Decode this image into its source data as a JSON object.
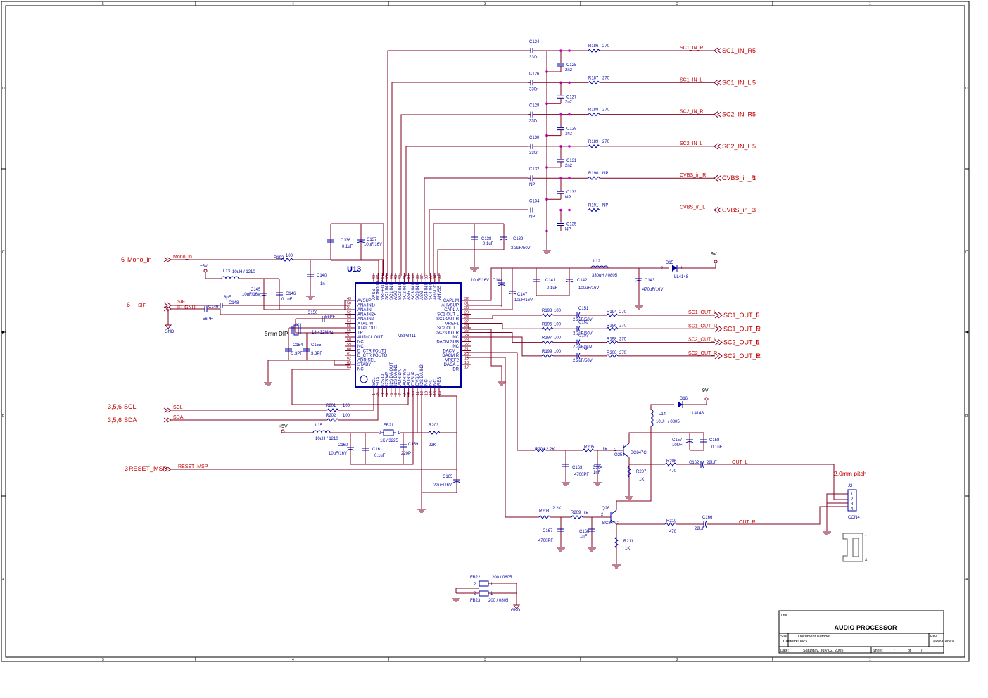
{
  "sheet": {
    "title_label": "Title",
    "title": "AUDIO PROCESSOR",
    "size_label": "Size",
    "size": "Custom",
    "docnum_label": "Document Number",
    "docnum": "<Doc>",
    "rev_label": "Rev",
    "rev": "<RevCode>",
    "date_label": "Date:",
    "date": "Saturday, July 02, 2005",
    "sheet_label": "Sheet",
    "sheet_num": "7",
    "of_label": "of",
    "sheet_total": "7"
  },
  "border": {
    "cols": [
      "5",
      "4",
      "3",
      "2",
      "1"
    ],
    "rows": [
      "D",
      "C",
      "B",
      "A"
    ]
  },
  "ic": {
    "ref": "U13",
    "part": "MSP3411",
    "left_pins": [
      {
        "num": "49",
        "name": "AVSUP"
      },
      {
        "num": "50",
        "name": "ANA IN1+"
      },
      {
        "num": "51",
        "name": "ANA IN-"
      },
      {
        "num": "52",
        "name": "ANA IN2+"
      },
      {
        "num": "53",
        "name": "ANA IN2-"
      },
      {
        "num": "54",
        "name": "XTAL IN"
      },
      {
        "num": "55",
        "name": "XTAL OUT"
      },
      {
        "num": "56",
        "name": "TP"
      },
      {
        "num": "57",
        "name": "AUD CL OUT"
      },
      {
        "num": "58",
        "name": "NC"
      },
      {
        "num": "59",
        "name": "NC"
      },
      {
        "num": "60",
        "name": "D_CTR I/OUT1"
      },
      {
        "num": "61",
        "name": "D_CTR I/OUTO"
      },
      {
        "num": "62",
        "name": "ADR SEL"
      },
      {
        "num": "63",
        "name": "STABY"
      },
      {
        "num": "64",
        "name": "NC"
      }
    ],
    "right_pins": [
      {
        "num": "32",
        "name": "CAPL M"
      },
      {
        "num": "31",
        "name": "AHVSUP"
      },
      {
        "num": "30",
        "name": "CAPL A"
      },
      {
        "num": "29",
        "name": "SC1 OUT L"
      },
      {
        "num": "28",
        "name": "SC1 OUT R"
      },
      {
        "num": "27",
        "name": "VREF1"
      },
      {
        "num": "26",
        "name": "SC2 OUT L"
      },
      {
        "num": "25",
        "name": "SC2 OUT R"
      },
      {
        "num": "24",
        "name": "NC"
      },
      {
        "num": "23",
        "name": "DACM SUB"
      },
      {
        "num": "22",
        "name": "NC"
      },
      {
        "num": "21",
        "name": "DACM L"
      },
      {
        "num": "20",
        "name": "DACM R"
      },
      {
        "num": "19",
        "name": "VREF2"
      },
      {
        "num": "18",
        "name": "DACA L"
      },
      {
        "num": "17",
        "name": "DR"
      }
    ],
    "top_pins": [
      {
        "num": "48",
        "name": "AVSS"
      },
      {
        "num": "47",
        "name": "MONO IN"
      },
      {
        "num": "46",
        "name": "VREFTOP"
      },
      {
        "num": "45",
        "name": "SC1 IN R"
      },
      {
        "num": "44",
        "name": "SC1 IN L"
      },
      {
        "num": "43",
        "name": "ASG"
      },
      {
        "num": "42",
        "name": "SC2 IN R"
      },
      {
        "num": "41",
        "name": "SC2 IN L"
      },
      {
        "num": "40",
        "name": "ASG"
      },
      {
        "num": "39",
        "name": "SC3 IN R"
      },
      {
        "num": "38",
        "name": "SC3 IN L"
      },
      {
        "num": "37",
        "name": "ASG"
      },
      {
        "num": "36",
        "name": "SC4 IN R"
      },
      {
        "num": "35",
        "name": "SC4 IN L"
      },
      {
        "num": "34",
        "name": "AGNDC"
      },
      {
        "num": "33",
        "name": "AHVSS"
      }
    ],
    "bottom_pins": [
      {
        "num": "1",
        "name": "SCL"
      },
      {
        "num": "2",
        "name": "SDA"
      },
      {
        "num": "3",
        "name": "I2S CL"
      },
      {
        "num": "4",
        "name": "I2S WS"
      },
      {
        "num": "5",
        "name": "I2S DA OUT"
      },
      {
        "num": "6",
        "name": "I2S DA IN1"
      },
      {
        "num": "7",
        "name": "ADR DA"
      },
      {
        "num": "8",
        "name": "ADR WS"
      },
      {
        "num": "9",
        "name": "ADR CL"
      },
      {
        "num": "10",
        "name": "DVSUP"
      },
      {
        "num": "11",
        "name": "DVSS"
      },
      {
        "num": "12",
        "name": "I2S DA IN2"
      },
      {
        "num": "13",
        "name": "NC"
      },
      {
        "num": "14",
        "name": "NC"
      },
      {
        "num": "15",
        "name": "NC"
      },
      {
        "num": "16",
        "name": "RES"
      }
    ]
  },
  "inputs": [
    {
      "cap": "C124",
      "cap_val": "330n",
      "shunt": "C125",
      "shunt_val": "2n2",
      "res": "R186",
      "res_val": "270",
      "net": "SC1_IN_R",
      "port": "SC1_IN_R",
      "sheet": "5"
    },
    {
      "cap": "C126",
      "cap_val": "330n",
      "shunt": "C127",
      "shunt_val": "2n2",
      "res": "R187",
      "res_val": "270",
      "net": "SC1_IN_L",
      "port": "SC1_IN_L",
      "sheet": "5"
    },
    {
      "cap": "C128",
      "cap_val": "330n",
      "shunt": "C129",
      "shunt_val": "2n2",
      "res": "R188",
      "res_val": "270",
      "net": "SC2_IN_R",
      "port": "SC2_IN_R",
      "sheet": "5"
    },
    {
      "cap": "C130",
      "cap_val": "330n",
      "shunt": "C131",
      "shunt_val": "2n2",
      "res": "R189",
      "res_val": "270",
      "net": "SC2_IN_L",
      "port": "SC2_IN_L",
      "sheet": "5"
    },
    {
      "cap": "C132",
      "cap_val": "NP",
      "shunt": "C133",
      "shunt_val": "NP",
      "res": "R190",
      "res_val": "NP",
      "net": "CVBS_in_R",
      "port": "CVBS_in_R",
      "sheet": "3"
    },
    {
      "cap": "C134",
      "cap_val": "NP",
      "shunt": "C135",
      "shunt_val": "NP",
      "res": "R191",
      "res_val": "NP",
      "net": "CVBS_in_L",
      "port": "CVBS_in_L",
      "sheet": "3"
    }
  ],
  "outputs": [
    {
      "res1": "R193",
      "res1_val": "100",
      "cap": "C151",
      "cap_val": "2.2uF/50V",
      "res2": "R194",
      "res2_val": "270",
      "net": "SC1_OUT_L",
      "port": "SC1_OUT_L",
      "sheet": "5"
    },
    {
      "res1": "R195",
      "res1_val": "100",
      "cap": "C152",
      "cap_val": "2.2uF/50V",
      "res2": "R196",
      "res2_val": "270",
      "net": "SC1_OUT_R",
      "port": "SC1_OUT_R",
      "sheet": "5"
    },
    {
      "res1": "R197",
      "res1_val": "100",
      "cap": "C153",
      "cap_val": "2.2uF/50V",
      "res2": "R198",
      "res2_val": "270",
      "net": "SC2_OUT_L",
      "port": "SC2_OUT_L",
      "sheet": "5"
    },
    {
      "res1": "R199",
      "res1_val": "100",
      "cap": "C156",
      "cap_val": "2.2uF/50V",
      "res2": "R200",
      "res2_val": "270",
      "net": "SC2_OUT_R",
      "port": "SC2_OUT_R",
      "sheet": "5"
    }
  ],
  "left_ports": {
    "mono": {
      "sheet": "6",
      "name": "Mono_in",
      "net": "Mono_in",
      "res": "R192",
      "res_val": "100"
    },
    "sif": {
      "sheet": "6",
      "name": "SIF",
      "net1": "SIF",
      "net2": "IF_GND"
    },
    "gnd_label": "GND",
    "scl": {
      "sheet": "3,5,6",
      "name": "SCL",
      "net": "SCL",
      "res": "R201",
      "res_val": "100"
    },
    "sda": {
      "sheet": "3,5,6",
      "name": "SDA",
      "net": "SDA",
      "res": "R202",
      "res_val": "100"
    },
    "reset": {
      "sheet": "3",
      "name": "RESET_MSP",
      "net": "RESET_MSP"
    }
  },
  "parts": {
    "p5v_a": "+5V",
    "p5v_b": "+5V",
    "p9v_a": "9V",
    "p9v_b": "9V",
    "L13": "L13",
    "L13_val": "10uH / 1210",
    "C145": "C145",
    "C145_val": "10uF/16V",
    "C146": "C146",
    "C146_val": "0.1uF",
    "C140": "C140",
    "C140_val": "1n",
    "C136": "C136",
    "C136_val": "0.1uF",
    "C137": "C137",
    "C137_val": "10uF/16V",
    "C138": "C138",
    "C138_val": "0.1uF",
    "C139": "C139",
    "C139_val": "3.3uF/50V",
    "C148": "C148",
    "C148_val": "8pF",
    "C149": "C149",
    "C149_val": "56PF",
    "C150": "C150",
    "C150_val": "56PF",
    "Y3": "Y3",
    "Y3_val": "18.432MHz",
    "dip_note": "5mm DIP",
    "C154": "C154",
    "C154_val": "3.3PF",
    "C155": "C155",
    "C155_val": "3.3PF",
    "C144": "C144",
    "C144_val": "10uF/16V",
    "C147": "C147",
    "C147_val": "10uF/16V",
    "C141": "C141",
    "C141_val": "0.1uF",
    "C142": "C142",
    "C142_val": "100uF/16V",
    "C143": "C143",
    "C143_val": "470uF/16V",
    "L12": "L12",
    "L12_val": "330uH / 0805",
    "D15": "D15",
    "D15_val": "LL4148",
    "L15": "L15",
    "L15_val": "10uH / 1210",
    "C160": "C160",
    "C160_val": "10uF/16V",
    "C161": "C161",
    "C161_val": "0.1uF",
    "FB21": "FB21",
    "FB21_val": "1K / 3225",
    "C159": "C159",
    "C159_val": "220P",
    "R203": "R203",
    "R203_val": "22K",
    "C165": "C165",
    "C165_val": "22uF/16V",
    "D16": "D16",
    "D16_val": "LL4148",
    "L14": "L14",
    "L14_val": "10UH / 0805",
    "C157": "C157",
    "C157_val": "10UF",
    "C158": "C158",
    "C158_val": "0.1uF",
    "R204": "R204",
    "R204_val": "2.2K",
    "R205": "R205",
    "R205_val": "1K",
    "Q25": "Q25",
    "Q25_val": "BC847C",
    "C163": "C163",
    "C163_val": "4700PF",
    "C164": "C164",
    "C164_val": "1nF",
    "R207": "R207",
    "R207_val": "1K",
    "R206": "R206",
    "R206_val": "470",
    "C162": "C162",
    "C162_val": "22UF",
    "net_out_l": "OUT_L",
    "R208": "R208",
    "R208_val": "2.2K",
    "R209": "R209",
    "R209_val": "1K",
    "Q26": "Q26",
    "Q26_val": "BC847C",
    "C167": "C167",
    "C167_val": "4700PF",
    "C168": "C168",
    "C168_val": "1nF",
    "R211": "R211",
    "R211_val": "1K",
    "R210": "R210",
    "R210_val": "470",
    "C166": "C166",
    "C166_val": "22UF",
    "net_out_r": "OUT_R",
    "pitch_note": "2.0mm pitch",
    "J2": "J2",
    "J2_val": "CON4",
    "FB22": "FB22",
    "FB22_val": "200 / 0805",
    "FB23": "FB23",
    "FB23_val": "200 / 0805",
    "gnd_b": "GND"
  },
  "colors": {
    "wire": "#800020",
    "component": "#0000a0",
    "net_label": "#c00000",
    "junction": "#d000d0"
  }
}
